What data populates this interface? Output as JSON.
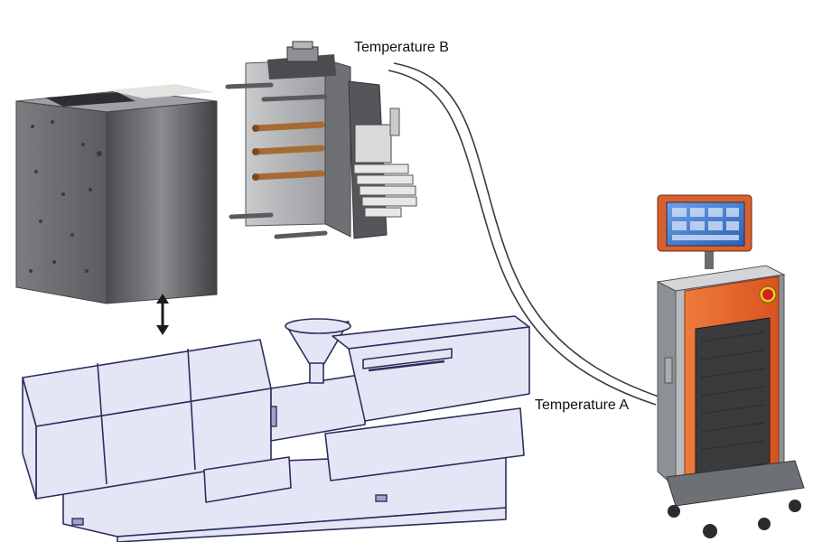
{
  "labels": {
    "temperature_b": "Temperature B",
    "temperature_a": "Temperature A"
  },
  "colors": {
    "machine_fill": "#e4e6f6",
    "machine_stroke": "#2b2f5c",
    "mold_dark": "#5d5f62",
    "controller_orange": "#e8602a",
    "screen_blue": "#4b7fd0"
  },
  "icons": {
    "double_arrow": "vertical-double-arrow"
  }
}
